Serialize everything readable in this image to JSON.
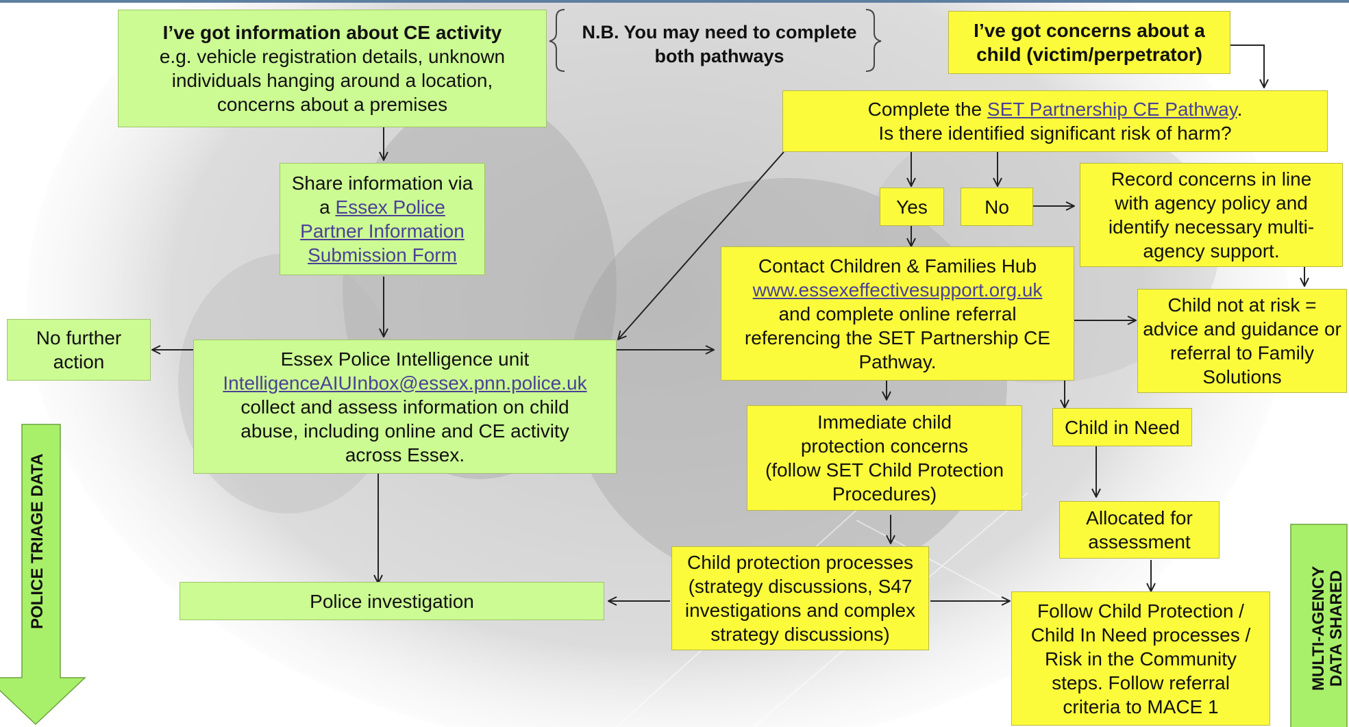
{
  "boxes": {
    "ce_info": {
      "title": "I’ve got information about CE activity",
      "text": "e.g. vehicle registration details, unknown individuals hanging around a location, concerns about a premises"
    },
    "share_info": {
      "pre": "Share information via a",
      "link": "Essex Police Partner Information Submission Form"
    },
    "no_further": {
      "text": "No further action"
    },
    "intel_unit": {
      "title": "Essex Police Intelligence unit",
      "link": "IntelligenceAIUInbox@essex.pnn.police.uk",
      "text": "collect and assess information on child abuse, including online and CE activity across Essex."
    },
    "police_investigation": {
      "text": "Police investigation"
    },
    "concerns_child": {
      "text": "I’ve got concerns about a child (victim/perpetrator)"
    },
    "complete_pathway": {
      "pre": "Complete the",
      "link": "SET Partnership CE Pathway",
      "post": ".",
      "line2": "Is there identified significant risk of harm?"
    },
    "yes": {
      "text": "Yes"
    },
    "no": {
      "text": "No"
    },
    "record_concerns": {
      "text": "Record concerns in line with agency policy and identify necessary multi-agency support."
    },
    "contact_hub": {
      "title": "Contact Children & Families Hub",
      "link": "www.essexeffectivesupport.org.uk",
      "text": "and complete online referral referencing the SET Partnership CE Pathway."
    },
    "not_at_risk": {
      "text": "Child not at risk = advice and guidance or referral to Family Solutions"
    },
    "immediate_cp": {
      "line1": "Immediate child protection concerns",
      "line2": "(follow SET Child Protection Procedures)"
    },
    "child_in_need": {
      "text": "Child in Need"
    },
    "allocated": {
      "text": "Allocated for assessment"
    },
    "cp_processes": {
      "text": "Child protection processes (strategy discussions, S47 investigations and complex strategy discussions)"
    },
    "follow_cp": {
      "text": "Follow Child Protection / Child In Need processes / Risk in the Community steps. Follow referral criteria to MACE 1"
    }
  },
  "note": {
    "text": "N.B. You may need to complete both pathways"
  },
  "side_labels": {
    "police_triage": "POLICE TRIAGE DATA",
    "multi_agency_line1": "MULTI-AGENCY",
    "multi_agency_line2": "DATA SHARED"
  },
  "colors": {
    "green_box": "#ccfa93",
    "yellow_box": "#fbfb3c",
    "link": "#4a4196",
    "arrow": "#222222",
    "triage_arrow": "#a9f06a",
    "top_bar": "#5d7fa0"
  }
}
